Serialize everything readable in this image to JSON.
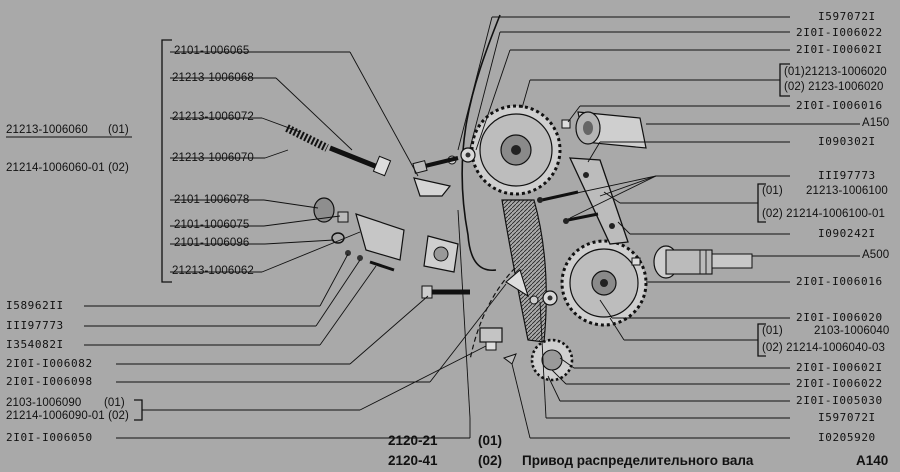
{
  "diagram": {
    "left_labels": [
      {
        "id": "l-2101-1006065",
        "text": "2101-1006065"
      },
      {
        "id": "l-21213-1006068",
        "text": "21213-1006068"
      },
      {
        "id": "l-21213-1006072",
        "text": "21213-1006072"
      },
      {
        "id": "l-21213-1006070",
        "text": "21213-1006070"
      },
      {
        "id": "l-2101-1006078",
        "text": "2101-1006078"
      },
      {
        "id": "l-2101-1006075",
        "text": "2101-1006075"
      },
      {
        "id": "l-2101-1006096",
        "text": "2101-1006096"
      },
      {
        "id": "l-21213-1006062",
        "text": "21213-1006062"
      },
      {
        "id": "l-21213-1006060",
        "text": "21213-1006060"
      },
      {
        "id": "l-21213-1006060-code",
        "text": "(01)"
      },
      {
        "id": "l-21214-1006060-01",
        "text": "21214-1006060-01 (02)"
      },
      {
        "id": "l-15896211",
        "text": "I58962II"
      },
      {
        "id": "l-11197773a",
        "text": "III97773"
      },
      {
        "id": "l-13540821",
        "text": "I354082I"
      },
      {
        "id": "l-2101-1006082",
        "text": "2I0I-I006082"
      },
      {
        "id": "l-2101-1006098",
        "text": "2I0I-I006098"
      },
      {
        "id": "l-2103-1006090",
        "text": "2103-1006090"
      },
      {
        "id": "l-2103-1006090-code",
        "text": "(01)"
      },
      {
        "id": "l-21214-1006090-01",
        "text": "21214-1006090-01 (02)"
      },
      {
        "id": "l-2101-1006050",
        "text": "2I0I-I006050"
      }
    ],
    "right_labels": [
      {
        "id": "r-15970721a",
        "text": "I597072I"
      },
      {
        "id": "r-2101-1006022a",
        "text": "2I0I-I006022"
      },
      {
        "id": "r-2101-1006021a",
        "text": "2I0I-I00602I"
      },
      {
        "id": "r-21213-1006020",
        "text": "(01)21213-1006020"
      },
      {
        "id": "r-2123-1006020",
        "text": "(02) 2123-1006020"
      },
      {
        "id": "r-2101-1006016a",
        "text": "2I0I-I006016"
      },
      {
        "id": "r-a150",
        "text": "A150"
      },
      {
        "id": "r-10903021",
        "text": "I090302I"
      },
      {
        "id": "r-11197773b",
        "text": "III97773"
      },
      {
        "id": "r-21213-1006100-code",
        "text": "(01)"
      },
      {
        "id": "r-21213-1006100",
        "text": "21213-1006100"
      },
      {
        "id": "r-21214-1006100-01",
        "text": "(02) 21214-1006100-01"
      },
      {
        "id": "r-10902421",
        "text": "I090242I"
      },
      {
        "id": "r-a500",
        "text": "A500"
      },
      {
        "id": "r-2101-1006016b",
        "text": "2I0I-I006016"
      },
      {
        "id": "r-2101-1006020",
        "text": "2I0I-I006020"
      },
      {
        "id": "r-2103-1006040-code",
        "text": "(01)"
      },
      {
        "id": "r-2103-1006040",
        "text": "2103-1006040"
      },
      {
        "id": "r-21214-1006040-03",
        "text": "(02) 21214-1006040-03"
      },
      {
        "id": "r-2101-1006021b",
        "text": "2I0I-I00602I"
      },
      {
        "id": "r-2101-1006022b",
        "text": "2I0I-I006022"
      },
      {
        "id": "r-2101-1005030",
        "text": "2I0I-I005030"
      },
      {
        "id": "r-15970721b",
        "text": "I597072I"
      },
      {
        "id": "r-10205920",
        "text": "I0205920"
      }
    ]
  },
  "footer": {
    "model1": "2120-21",
    "code1": "(01)",
    "model2": "2120-41",
    "code2": "(02)",
    "title": "Привод  распределительного вала",
    "page": "A140"
  }
}
